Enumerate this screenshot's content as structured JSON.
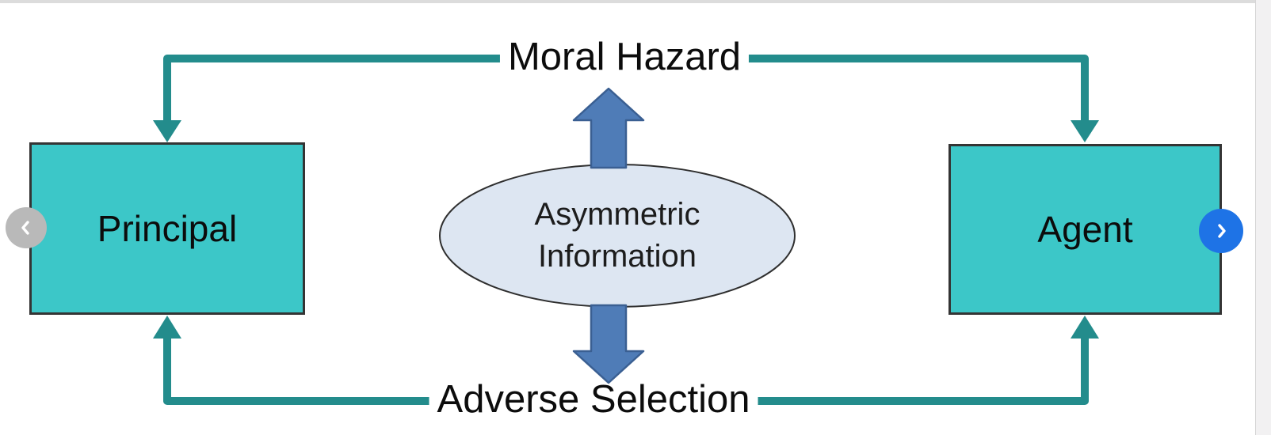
{
  "diagram": {
    "top_edge_label": "Moral Hazard",
    "bottom_edge_label": "Adverse Selection",
    "ellipse_line1": "Asymmetric",
    "ellipse_line2": "Information",
    "principal_label": "Principal",
    "agent_label": "Agent"
  },
  "colors": {
    "connector": "#238c8c",
    "node_fill": "#3cc7c8",
    "node_border": "#343434",
    "ellipse_fill": "#dde6f2",
    "ellipse_outline": "#2f2f2f",
    "block_arrow_fill": "#4f7cb7",
    "block_arrow_stroke": "#3a5f92",
    "prev_button_bg": "#b9b9b9",
    "next_button_bg": "#1e73e6",
    "chevron": "#ffffff",
    "top_strip": "#dcdcdc",
    "side_strip": "#f2f1f2"
  }
}
